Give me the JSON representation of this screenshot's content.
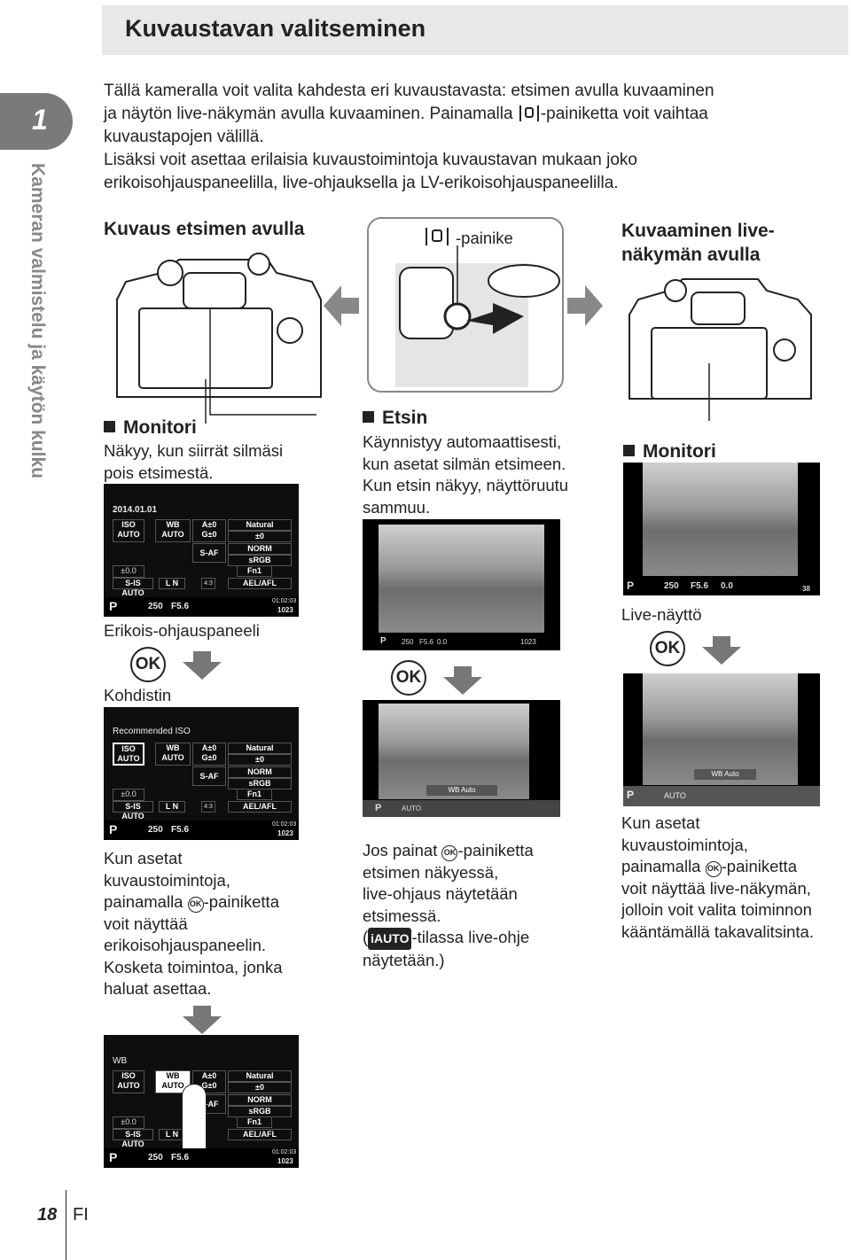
{
  "title": "Kuvaustavan valitseminen",
  "chapter": {
    "number": "1",
    "label": "Kameran valmistelu ja käytön kulku"
  },
  "intro": {
    "line1": "Tällä kameralla voit valita kahdesta eri kuvaustavasta: etsimen avulla kuvaaminen",
    "line2a": "ja näytön live-näkymän avulla kuvaaminen. Painamalla ",
    "line2b": "-painiketta voit vaihtaa",
    "line3": "kuvaustapojen välillä.",
    "line4": "Lisäksi voit asettaa erilaisia kuvaustoimintoja kuvaustavan mukaan joko",
    "line5": "erikoisohjauspaneelilla, live-ohjauksella ja LV-erikoisohjauspaneelilla."
  },
  "left": {
    "heading": "Kuvaus etsimen avulla",
    "monitor_heading": "Monitori",
    "monitor_text1": "Näkyy, kun siirrät silmäsi",
    "monitor_text2": "pois etsimestä.",
    "panel_caption": "Erikois-ohjauspaneeli",
    "cursor_label": "Kohdistin",
    "desc": [
      "Kun asetat",
      "kuvaustoimintoja,",
      "painamalla ",
      "-painiketta",
      "voit näyttää",
      "erikoisohjauspaneelin.",
      "Kosketa toimintoa, jonka",
      "haluat asettaa."
    ]
  },
  "middle": {
    "button_label": "-painike",
    "etsin_heading": "Etsin",
    "etsin_text": [
      "Käynnistyy automaattisesti,",
      "kun asetat silmän etsimeen.",
      "Kun etsin näkyy, näyttöruutu",
      "sammuu."
    ],
    "desc": [
      "Jos painat ",
      "-painiketta",
      "etsimen näkyessä,",
      "live-ohjaus näytetään",
      "etsimessä.",
      "(",
      "-tilassa live-ohje",
      "näytetään.)"
    ],
    "iauto_label": "iAUTO"
  },
  "right": {
    "heading1": "Kuvaaminen live-",
    "heading2": "näkymän avulla",
    "monitor_heading": "Monitori",
    "live_label": "Live-näyttö",
    "desc": [
      "Kun asetat",
      "kuvaustoimintoja,",
      "painamalla ",
      "-painiketta",
      "voit näyttää live-näkymän,",
      "jolloin voit valita toiminnon",
      "kääntämällä takavalitsinta."
    ]
  },
  "ok_label": "OK",
  "panels": {
    "date": "2014.01.01",
    "recommended_iso": "Recommended ISO",
    "wb_title": "WB",
    "iso": "ISO",
    "auto": "AUTO",
    "wb": "WB",
    "a_pm": "A±0",
    "g_pm": "G±0",
    "natural": "Natural",
    "pm0": "±0",
    "saf": "S-AF",
    "norm": "NORM",
    "srgb": "sRGB",
    "flash_pm": "±0.0",
    "sis_auto": "S-IS AUTO",
    "ln": "L N",
    "ratio": "4:3",
    "fn1": "Fn1",
    "ael": "AEL/AFL",
    "mode": "P",
    "shutter": "250",
    "aperture": "F5.6",
    "time": "01:02:03",
    "count": "1023",
    "ev": "0.0",
    "count2": "38",
    "wb_auto": "WB Auto"
  },
  "footer": {
    "page": "18",
    "lang": "FI"
  }
}
